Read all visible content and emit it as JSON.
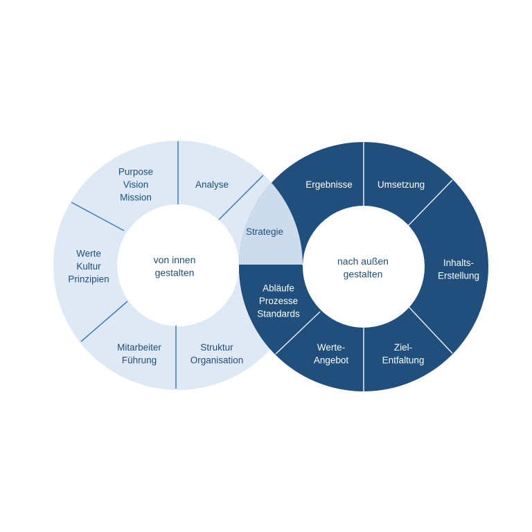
{
  "colors": {
    "light_fill": "#dfe9f6",
    "overlap_fill": "#cddced",
    "dark_fill": "#214f7d",
    "light_divider": "#3b7bc0",
    "dark_divider": "#e6eef7",
    "light_text": "#1e4d7b",
    "dark_text": "#ffffff"
  },
  "left_ring": {
    "center_label": [
      "von innen",
      "gestalten"
    ],
    "segments": [
      {
        "lines": [
          "Purpose",
          "Vision",
          "Mission"
        ]
      },
      {
        "lines": [
          "Analyse"
        ]
      },
      {
        "lines": [
          "Strategie"
        ]
      },
      {
        "lines": [
          "Struktur",
          "Organisation"
        ]
      },
      {
        "lines": [
          "Mitarbeiter",
          "Führung"
        ]
      },
      {
        "lines": [
          "Werte",
          "Kultur",
          "Prinzipien"
        ]
      }
    ]
  },
  "right_ring": {
    "center_label": [
      "nach außen",
      "gestalten"
    ],
    "segments": [
      {
        "lines": [
          "Ergebnisse"
        ]
      },
      {
        "lines": [
          "Umsetzung"
        ]
      },
      {
        "lines": [
          "Inhalts-",
          "Erstellung"
        ]
      },
      {
        "lines": [
          "Ziel-",
          "Entfaltung"
        ]
      },
      {
        "lines": [
          "Werte-",
          "Angebot"
        ]
      },
      {
        "lines": [
          "Abläufe",
          "Prozesse",
          "Standards"
        ]
      }
    ]
  }
}
